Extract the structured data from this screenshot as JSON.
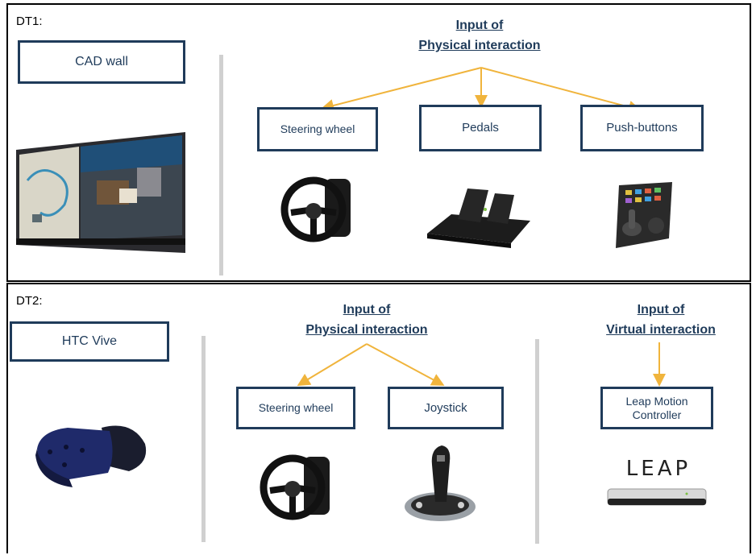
{
  "dt1": {
    "label": "DT1:",
    "display_box": "CAD wall",
    "heading_line1": "Input of",
    "heading_line2": "Physical interaction",
    "devices": [
      "Steering wheel",
      "Pedals",
      "Push-buttons"
    ]
  },
  "dt2": {
    "label": "DT2:",
    "display_box": "HTC Vive",
    "physical_heading_line1": "Input of",
    "physical_heading_line2": "Physical interaction",
    "physical_devices": [
      "Steering wheel",
      "Joystick"
    ],
    "virtual_heading_line1": "Input of",
    "virtual_heading_line2": "Virtual interaction",
    "virtual_device": "Leap Motion Controller",
    "leap_logo_text": "LEAP"
  },
  "colors": {
    "box_border": "#1f3b5a",
    "arrow": "#f0b43c",
    "divider": "#d0d0d0"
  },
  "icons": [
    "cad-wall-photo",
    "steering-wheel-icon",
    "pedals-icon",
    "push-buttons-panel-icon",
    "vr-headset-icon",
    "joystick-icon",
    "leap-motion-controller-icon"
  ]
}
